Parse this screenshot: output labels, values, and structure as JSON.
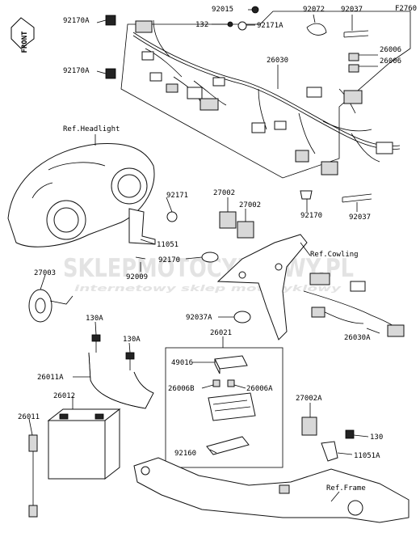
{
  "fig_code": "F2760",
  "front_label": "FRONT",
  "watermark": {
    "main": "SKLEPMOTOCYKLOWY.PL",
    "sub": "internetowy sklep motocyklowy"
  },
  "labels": {
    "p92015": "92015",
    "p92072": "92072",
    "p92037_top": "92037",
    "p92170A_1": "92170A",
    "p132": "132",
    "p92171A": "92171A",
    "p92170A_2": "92170A",
    "p26030": "26030",
    "p26006_1": "26006",
    "p26006_2": "26006",
    "ref_headlight": "Ref.Headlight",
    "p92171": "92171",
    "p27002_1": "27002",
    "p27002_2": "27002",
    "p92170": "92170",
    "p92037_mid": "92037",
    "p11051": "11051",
    "p92170_b": "92170",
    "p92009": "92009",
    "ref_cowling": "Ref.Cowling",
    "p27003": "27003",
    "p130A_1": "130A",
    "p130A_2": "130A",
    "p92037A": "92037A",
    "p26021": "26021",
    "p26030A": "26030A",
    "p49016": "49016",
    "p26011A": "26011A",
    "p26012": "26012",
    "p26006B": "26006B",
    "p26006A": "26006A",
    "p26011": "26011",
    "p27002A": "27002A",
    "p130": "130",
    "p11051A": "11051A",
    "p92160": "92160",
    "ref_frame": "Ref.Frame"
  }
}
